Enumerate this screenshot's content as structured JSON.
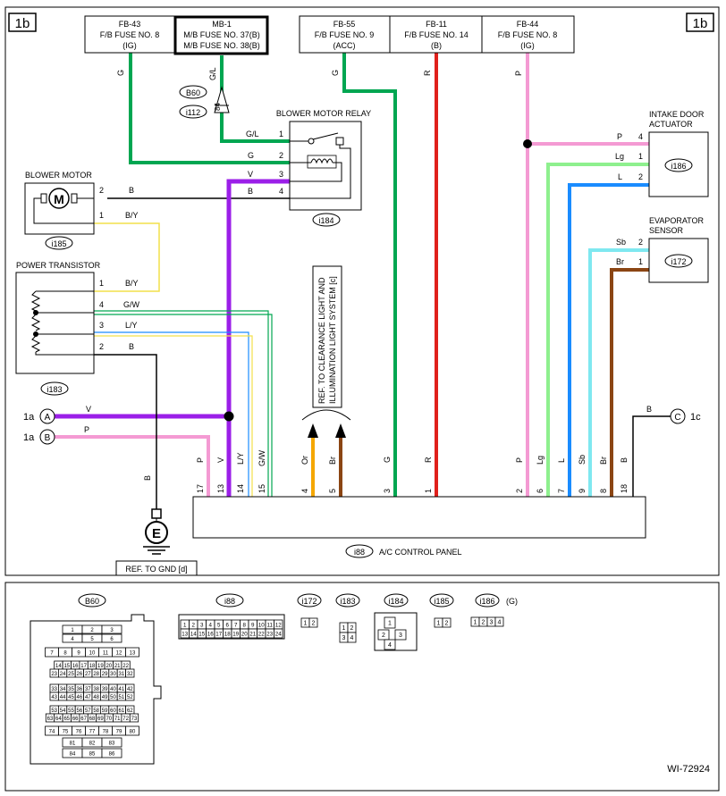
{
  "diagram": {
    "section_tag": "1b",
    "fuse_boxes": [
      {
        "name": "FB-43",
        "line2": "F/B FUSE NO. 8",
        "line3": "(IG)"
      },
      {
        "name": "MB-1",
        "line2": "M/B FUSE NO. 37(B)",
        "line3": "M/B FUSE NO. 38(B)"
      },
      {
        "name": "FB-55",
        "line2": "F/B FUSE NO. 9",
        "line3": "(ACC)"
      },
      {
        "name": "FB-11",
        "line2": "F/B FUSE NO. 14",
        "line3": "(B)"
      },
      {
        "name": "FB-44",
        "line2": "F/B FUSE NO. 8",
        "line3": "(IG)"
      }
    ],
    "components": {
      "blower_motor_relay": "BLOWER MOTOR RELAY",
      "blower_motor": "BLOWER MOTOR",
      "power_transistor": "POWER TRANSISTOR",
      "intake_door_actuator_1": "INTAKE DOOR",
      "intake_door_actuator_2": "ACTUATOR",
      "evaporator_sensor_1": "EVAPORATOR",
      "evaporator_sensor_2": "SENSOR",
      "ac_control_panel": "A/C CONTROL PANEL",
      "ref_gnd": "REF. TO GND [d]",
      "ref_clearance_1": "REF. TO CLEARANCE LIGHT AND",
      "ref_clearance_2": "ILLUMINATION LIGHT SYSTEM [c]",
      "ground_symbol": "E",
      "motor_symbol": "M",
      "diagram_id": "WI-72924"
    },
    "connector_ids": {
      "b60": "B60",
      "i112": "i112",
      "i184": "i184",
      "i185": "i185",
      "i183": "i183",
      "i186": "i186",
      "i172": "i172",
      "i88": "i88",
      "pin84": "84",
      "g_suffix": "(G)"
    },
    "offpage": [
      {
        "label": "1a",
        "letter": "A"
      },
      {
        "label": "1a",
        "letter": "B"
      },
      {
        "label": "1c",
        "letter": "C"
      }
    ],
    "wire_labels": {
      "g1": "G",
      "gl1": "G/L",
      "g2": "G",
      "r1": "R",
      "p1": "P",
      "relay_gl": "G/L",
      "relay_g": "G",
      "relay_v": "V",
      "relay_b": "B",
      "motor_b": "B",
      "motor_by": "B/Y",
      "pt_by": "B/Y",
      "pt_gw": "G/W",
      "pt_ly": "L/Y",
      "pt_b": "B",
      "act_p": "P",
      "act_lg": "Lg",
      "act_l": "L",
      "evap_sb": "Sb",
      "evap_br": "Br",
      "a_v": "V",
      "b_p": "P",
      "gnd_b": "B",
      "c_b": "B",
      "bot_p": "P",
      "bot_v": "V",
      "bot_ly": "L/Y",
      "bot_gw": "G/W",
      "bot_or": "Or",
      "bot_br": "Br",
      "bot_g": "G",
      "bot_r": "R",
      "bot_p2": "P",
      "bot_lg": "Lg",
      "bot_l": "L",
      "bot_sb": "Sb",
      "bot_br2": "Br",
      "bot_b": "B"
    },
    "pins": {
      "relay": [
        "1",
        "2",
        "3",
        "4"
      ],
      "motor": [
        "2",
        "1"
      ],
      "pt": [
        "1",
        "4",
        "3",
        "2"
      ],
      "act": [
        "4",
        "1",
        "2"
      ],
      "evap": [
        "2",
        "1"
      ],
      "panel": [
        "17",
        "13",
        "14",
        "15",
        "4",
        "5",
        "3",
        "1",
        "2",
        "6",
        "7",
        "9",
        "8",
        "18"
      ]
    },
    "legend": {
      "b60_rows": [
        [
          "1",
          "2",
          "3"
        ],
        [
          "4",
          "5",
          "6"
        ],
        [
          "7",
          "8",
          "9",
          "10",
          "11",
          "12",
          "13"
        ],
        [
          "14",
          "15",
          "16",
          "17",
          "18",
          "19",
          "20",
          "21",
          "22"
        ],
        [
          "23",
          "24",
          "25",
          "26",
          "27",
          "28",
          "29",
          "30",
          "31",
          "32"
        ],
        [
          "33",
          "34",
          "35",
          "36",
          "37",
          "38",
          "39",
          "40",
          "41",
          "42"
        ],
        [
          "43",
          "44",
          "45",
          "46",
          "47",
          "48",
          "49",
          "50",
          "51",
          "52"
        ],
        [
          "53",
          "54",
          "55",
          "56",
          "57",
          "58",
          "59",
          "60",
          "61",
          "62"
        ],
        [
          "63",
          "64",
          "65",
          "66",
          "67",
          "68",
          "69",
          "70",
          "71",
          "72",
          "73"
        ],
        [
          "74",
          "75",
          "76",
          "77",
          "78",
          "79",
          "80"
        ],
        [
          "81",
          "82",
          "83"
        ],
        [
          "84",
          "85",
          "86"
        ]
      ],
      "i88_rows": [
        [
          "1",
          "2",
          "3",
          "4",
          "5",
          "6",
          "7",
          "8",
          "9",
          "10",
          "11",
          "12"
        ],
        [
          "13",
          "14",
          "15",
          "16",
          "17",
          "18",
          "19",
          "20",
          "21",
          "22",
          "23",
          "24"
        ]
      ],
      "i172": [
        "1",
        "2"
      ],
      "i183": [
        "1",
        "2",
        "3",
        "4"
      ],
      "i184": [
        "1",
        "2",
        "3",
        "4"
      ],
      "i185": [
        "1",
        "2"
      ],
      "i186": [
        "1",
        "2",
        "3",
        "4"
      ]
    },
    "colors": {
      "green": "#00a651",
      "red": "#e0201b",
      "pink": "#f49ad3",
      "purple": "#9b1fe8",
      "lightgreen": "#8ef08e",
      "blue": "#1a8cff",
      "cyan": "#7fe8f0",
      "brown": "#8b4513",
      "orange": "#f5a700",
      "yellow": "#f2e04a",
      "black": "#000000"
    }
  }
}
